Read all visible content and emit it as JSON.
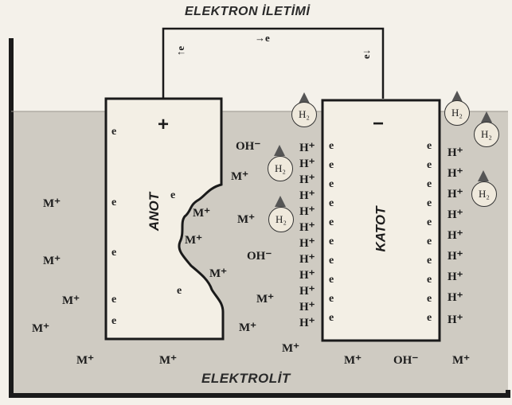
{
  "title": "ELEKTRON İLETİMİ",
  "electrolyte_label": "ELEKTROLİT",
  "anode": {
    "label": "ANOT",
    "sign": "+"
  },
  "cathode": {
    "label": "KATOT",
    "sign": "−"
  },
  "wire_flow": {
    "left": "↑e",
    "top": "→e",
    "right": "e↓"
  },
  "ion_metal": "M⁺",
  "ion_hydroxide": "OH⁻",
  "ion_hydrogen": "H⁺",
  "electron": "e",
  "hydrogen_gas": "H₂",
  "colors": {
    "electrolyte": "#cfcbc2",
    "electrode": "#f3efe5",
    "outline": "#1a1a1a",
    "background": "#f4f1ea"
  }
}
